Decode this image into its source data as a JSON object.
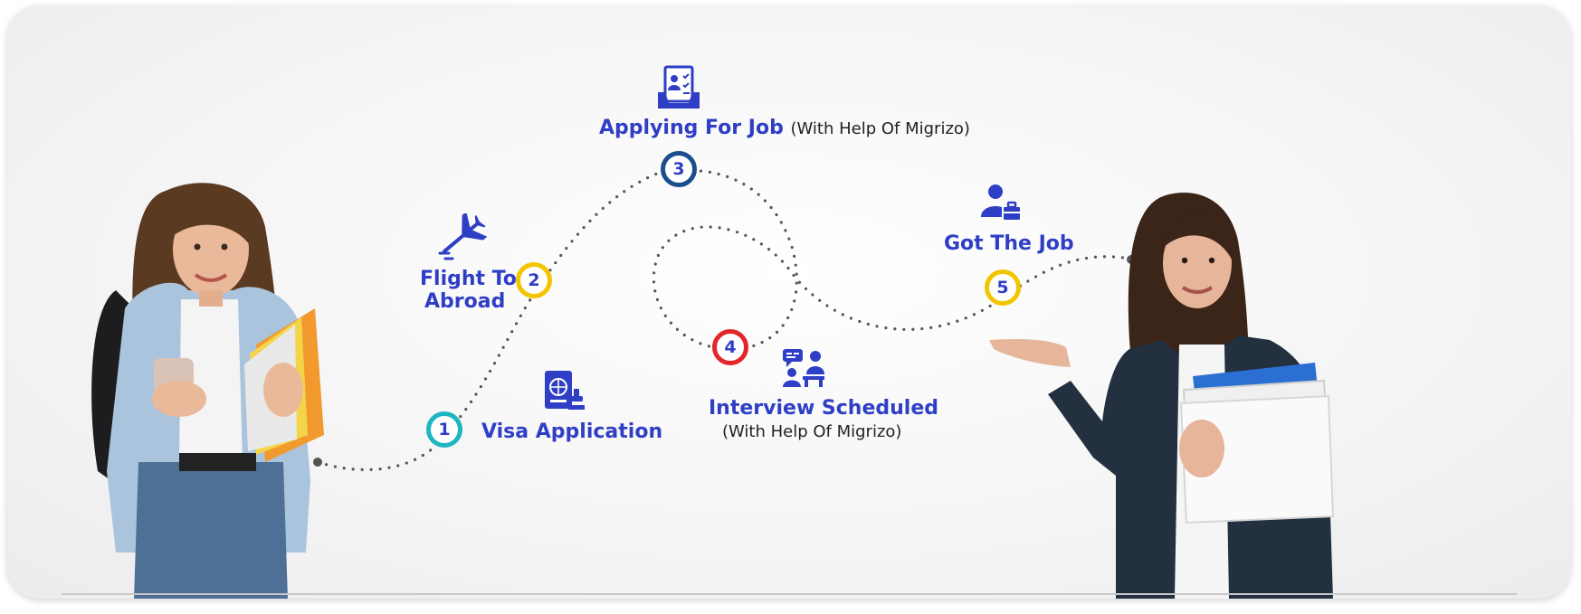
{
  "steps": [
    {
      "number": "1",
      "title": "Visa Application",
      "note": "",
      "color": "#1fb6c1",
      "icon": "passport-icon"
    },
    {
      "number": "2",
      "title_line1": "Flight To",
      "title_line2": "Abroad",
      "color": "#f2c500",
      "icon": "airplane-icon"
    },
    {
      "number": "3",
      "title": "Applying For Job",
      "note": "(With Help Of Migrizo)",
      "color": "#1a4e8c",
      "icon": "job-application-icon"
    },
    {
      "number": "4",
      "title": "Interview Scheduled",
      "note": "(With Help Of Migrizo)",
      "color": "#e3262b",
      "icon": "interview-icon"
    },
    {
      "number": "5",
      "title": "Got The Job",
      "note": "",
      "color": "#f2c500",
      "icon": "employee-briefcase-icon"
    }
  ],
  "colors": {
    "accent": "#2f3fc5",
    "path": "#555555"
  }
}
